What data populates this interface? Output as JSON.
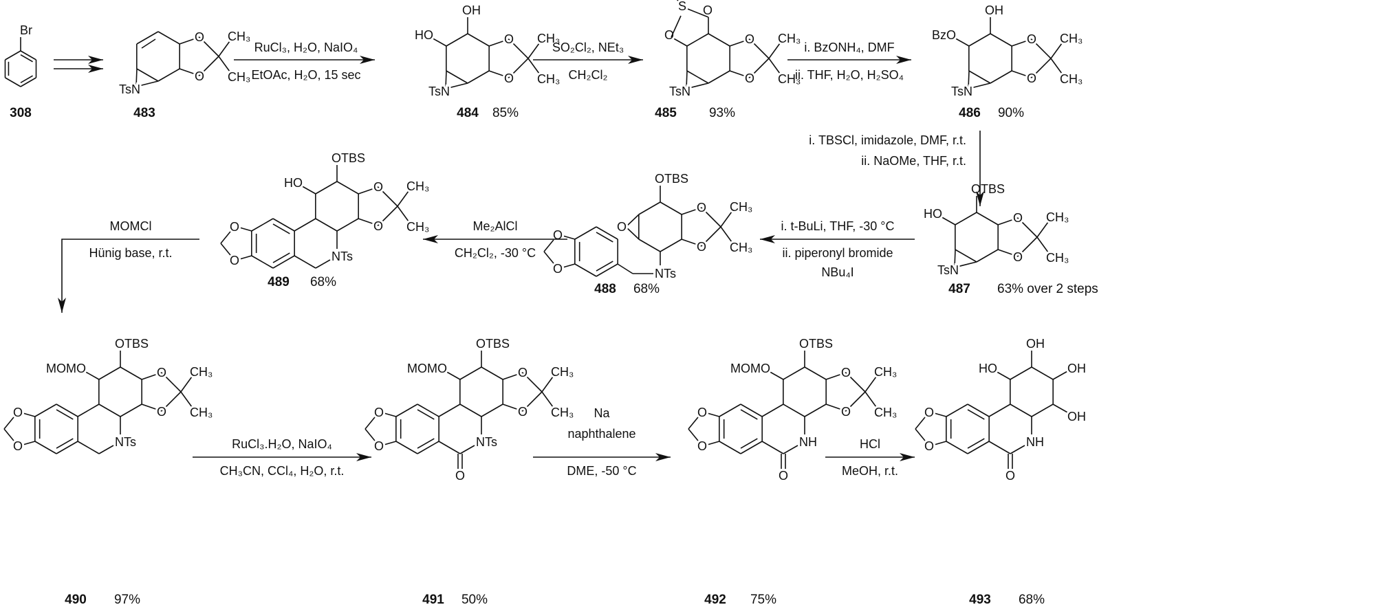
{
  "compounds": [
    {
      "id": "308",
      "yield": "",
      "atoms": {
        "sub": "Br"
      }
    },
    {
      "id": "483",
      "yield": "",
      "atoms": {
        "n": "TsN",
        "o1": "O",
        "o2": "O",
        "me1": "CH₃",
        "me2": "CH₃"
      }
    },
    {
      "id": "484",
      "yield": "85%",
      "atoms": {
        "top": "OH",
        "ul": "HO",
        "n": "TsN",
        "o1": "O",
        "o2": "O",
        "me1": "CH₃",
        "me2": "CH₃"
      }
    },
    {
      "id": "485",
      "yield": "93%",
      "atoms": {
        "s": "S",
        "so1": "O",
        "so2": "O",
        "top": "O",
        "ul": "O",
        "n": "TsN",
        "o1": "O",
        "o2": "O",
        "me1": "CH₃",
        "me2": "CH₃"
      }
    },
    {
      "id": "486",
      "yield": "90%",
      "atoms": {
        "top": "OH",
        "ul": "BzO",
        "n": "TsN",
        "o1": "O",
        "o2": "O",
        "me1": "CH₃",
        "me2": "CH₃"
      }
    },
    {
      "id": "487",
      "yield": "63% over 2 steps",
      "atoms": {
        "top": "OTBS",
        "ul": "HO",
        "n": "TsN",
        "o1": "O",
        "o2": "O",
        "me1": "CH₃",
        "me2": "CH₃"
      }
    },
    {
      "id": "488",
      "yield": "68%",
      "atoms": {
        "top": "OTBS",
        "ep": "O",
        "n": "NTs",
        "md1": "O",
        "md2": "O",
        "o1": "O",
        "o2": "O",
        "me1": "CH₃",
        "me2": "CH₃"
      }
    },
    {
      "id": "489",
      "yield": "68%",
      "atoms": {
        "top": "OTBS",
        "ul": "HO",
        "n": "NTs",
        "md1": "O",
        "md2": "O",
        "o1": "O",
        "o2": "O",
        "me1": "CH₃",
        "me2": "CH₃"
      }
    },
    {
      "id": "490",
      "yield": "97%",
      "atoms": {
        "top": "OTBS",
        "ul": "MOMO",
        "n": "NTs",
        "md1": "O",
        "md2": "O",
        "o1": "O",
        "o2": "O",
        "me1": "CH₃",
        "me2": "CH₃"
      }
    },
    {
      "id": "491",
      "yield": "50%",
      "atoms": {
        "top": "OTBS",
        "ul": "MOMO",
        "n": "NTs",
        "co": "O",
        "md1": "O",
        "md2": "O",
        "o1": "O",
        "o2": "O",
        "me1": "CH₃",
        "me2": "CH₃"
      }
    },
    {
      "id": "492",
      "yield": "75%",
      "atoms": {
        "top": "OTBS",
        "ul": "MOMO",
        "n": "NH",
        "co": "O",
        "md1": "O",
        "md2": "O",
        "o1": "O",
        "o2": "O",
        "me1": "CH₃",
        "me2": "CH₃"
      }
    },
    {
      "id": "493",
      "yield": "68%",
      "atoms": {
        "top": "OH",
        "ul": "HO",
        "ur": "OH",
        "lr": "OH",
        "n": "NH",
        "co": "O",
        "md1": "O",
        "md2": "O"
      }
    }
  ],
  "reagents": [
    {
      "step": "308-483",
      "above": [],
      "below": []
    },
    {
      "step": "483-484",
      "above": [
        "RuCl₃, H₂O, NaIO₄"
      ],
      "below": [
        "EtOAc, H₂O, 15 sec"
      ]
    },
    {
      "step": "484-485",
      "above": [
        "SO₂Cl₂, NEt₃"
      ],
      "below": [
        "CH₂Cl₂"
      ]
    },
    {
      "step": "485-486",
      "above": [
        "i. BzONH₄, DMF"
      ],
      "below": [
        "ii. THF, H₂O, H₂SO₄"
      ]
    },
    {
      "step": "486-487",
      "above": [
        "i. TBSCl, imidazole, DMF, r.t.",
        "ii. NaOMe, THF, r.t."
      ],
      "below": []
    },
    {
      "step": "487-488",
      "above": [
        "i. t-BuLi, THF, -30 °C"
      ],
      "below": [
        "ii. piperonyl bromide",
        "NBu₄I"
      ]
    },
    {
      "step": "488-489",
      "above": [
        "Me₂AlCl"
      ],
      "below": [
        "CH₂Cl₂, -30 °C"
      ]
    },
    {
      "step": "489-490",
      "above": [
        "MOMCl"
      ],
      "below": [
        "Hünig base, r.t."
      ]
    },
    {
      "step": "490-491",
      "above": [
        "RuCl₃.H₂O, NaIO₄"
      ],
      "below": [
        "CH₃CN, CCl₄, H₂O, r.t."
      ]
    },
    {
      "step": "491-492",
      "above": [
        "Na",
        "naphthalene"
      ],
      "below": [
        "DME, -50 °C"
      ]
    },
    {
      "step": "492-493",
      "above": [
        "HCl"
      ],
      "below": [
        "MeOH, r.t."
      ]
    }
  ]
}
